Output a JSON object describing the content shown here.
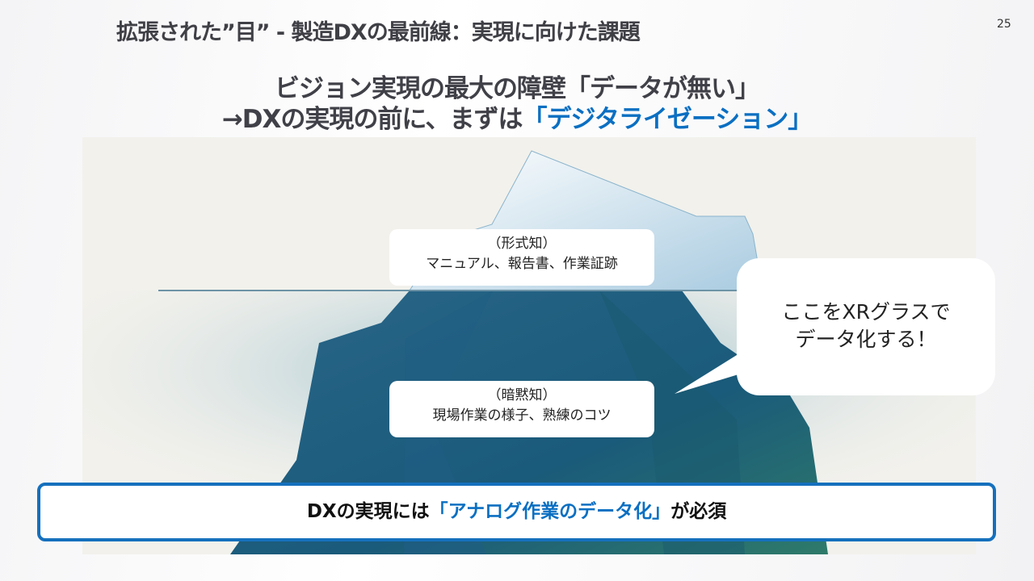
{
  "slide": {
    "title": "拡張された”目” - 製造DXの最前線：実現に向けた課題",
    "page_number": "25"
  },
  "headline": {
    "line1": "ビジョン実現の最大の障壁「データが無い」",
    "line2_prefix": "→DXの実現の前に、まずは",
    "line2_highlight": "「デジタライゼーション」"
  },
  "iceberg": {
    "explicit": {
      "heading": "（形式知）",
      "body": "マニュアル、報告書、作業証跡"
    },
    "tacit": {
      "heading": "（暗黙知）",
      "body": "現場作業の様子、熟練のコツ"
    }
  },
  "callout": {
    "line1": "ここをXRグラスで",
    "line2": "データ化する！"
  },
  "conclusion": {
    "prefix": "DXの実現には",
    "highlight": "「アナログ作業のデータ化」",
    "suffix": "が必須"
  },
  "colors": {
    "accent": "#0a6fc2",
    "border": "#1570bd"
  }
}
